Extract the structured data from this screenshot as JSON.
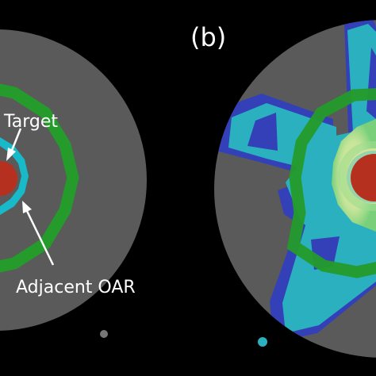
{
  "figure": {
    "panel_b_label": "(b)",
    "target_label": "Target",
    "oar_label": "Adjacent OAR"
  },
  "colors": {
    "background": "#000000",
    "phantom": "#5a5a5a",
    "target": "#b5301f",
    "oar": "#18b9c9",
    "ring": "#249b2a",
    "dose_low": "#3340b8",
    "dose_mid": "#2ab0bf",
    "dose_high_green": "#7ad07a",
    "dose_high_yellow": "#e8e890",
    "text": "#ffffff"
  }
}
